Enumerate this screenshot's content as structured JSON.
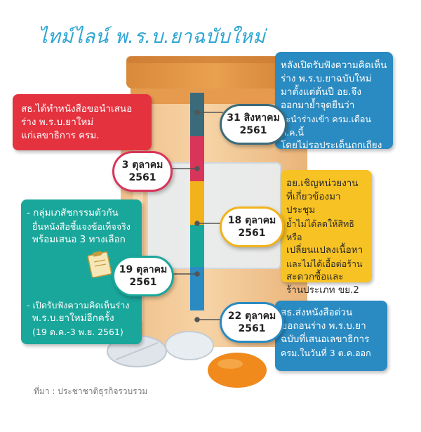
{
  "title": "ไทม์ไลน์ พ.ร.บ.ยาฉบับใหม่",
  "source": "ที่มา : ประชาชาติธุรกิจรวบรวม",
  "colors": {
    "title": "#2fa6d3",
    "red": "#e5323f",
    "blue": "#2a8bc2",
    "yellow": "#f7c223",
    "teal": "#1aa79b",
    "timeline_segments": [
      "#3b6b7b",
      "#d9355a",
      "#f2b21c",
      "#1aa79b",
      "#2a8bc2"
    ]
  },
  "events": [
    {
      "date_line1": "31 สิงหาคม",
      "date_line2": "2561",
      "text": [
        "หลังเปิดรับฟังความคิดเห็น",
        "ร่าง พ.ร.บ.ยาฉบับใหม่",
        "มาตั้งแต่ต้นปี อย.จึง",
        "ออกมาย้ำจุดยืนว่า",
        "จะนำร่างเข้า ครม.เดือน ต.ค.นี้",
        "โดยไม่รอประเด็นถกเถียง"
      ]
    },
    {
      "date_line1": "3 ตุลาคม",
      "date_line2": "2561",
      "text": [
        "สธ.ได้ทำหนังสือขอนำเสนอ",
        "ร่าง พ.ร.บ.ยาใหม่",
        "แก่เลขาธิการ ครม."
      ]
    },
    {
      "date_line1": "18 ตุลาคม",
      "date_line2": "2561",
      "text": [
        "อย.เชิญหน่วยงาน",
        "ที่เกี่ยวข้องมาประชุม",
        "ย้ำไม่ได้ลดให้สิทธิหรือ",
        "เปลี่ยนแปลงเนื้อหา",
        "และไม่ได้เอื้อต่อร้าน",
        "สะดวกซื้อและ",
        "ร้านประเภท ขย.2"
      ]
    },
    {
      "date_line1": "19 ตุลาคม",
      "date_line2": "2561",
      "bullets": [
        [
          "- กลุ่มเภสัชกรรมตัวกัน",
          "ยื่นหนังสือชี้แจงข้อเท็จจริง",
          "พร้อมเสนอ 3 ทางเลือก"
        ],
        [
          "- เปิดรับฟังความคิดเห็นร่าง",
          "พ.ร.บ.ยาใหม่อีกครั้ง",
          "(19 ต.ค.-3 พ.ย. 2561)"
        ]
      ]
    },
    {
      "date_line1": "22 ตุลาคม",
      "date_line2": "2561",
      "text": [
        "สธ.ส่งหนังสือด่วน",
        "ขอถอนร่าง พ.ร.บ.ยา",
        "ฉบับที่เสนอเลขาธิการ",
        "ครม.ในวันที่ 3 ต.ค.ออก"
      ]
    }
  ]
}
